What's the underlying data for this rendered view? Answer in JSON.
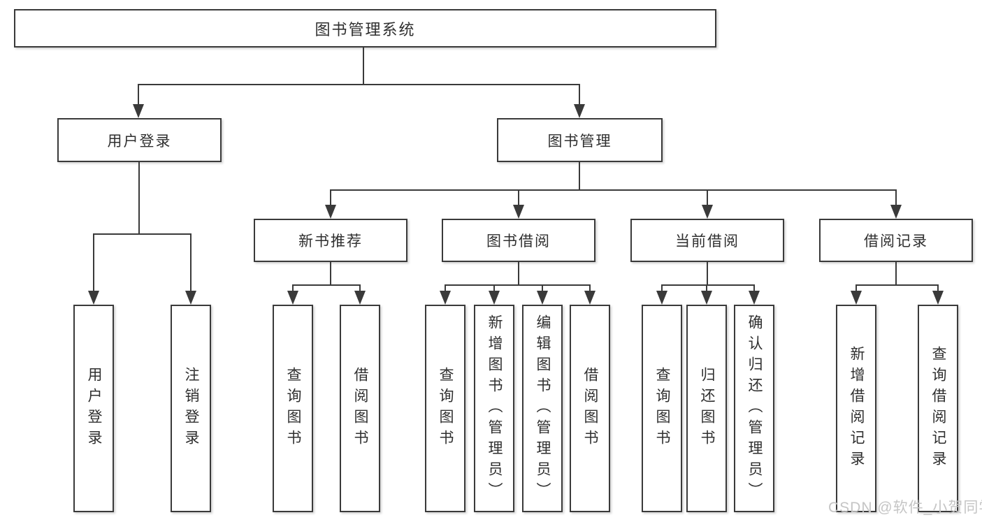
{
  "tree": {
    "root": {
      "label": "图书管理系统"
    },
    "branches": [
      {
        "label": "用户登录",
        "children": [
          {
            "label": "用户登录"
          },
          {
            "label": "注销登录"
          }
        ]
      },
      {
        "label": "图书管理",
        "children": [
          {
            "label": "新书推荐",
            "children": [
              {
                "label": "查询图书"
              },
              {
                "label": "借阅图书"
              }
            ]
          },
          {
            "label": "图书借阅",
            "children": [
              {
                "label": "查询图书"
              },
              {
                "label": "新增图书（管理员）"
              },
              {
                "label": "编辑图书（管理员）"
              },
              {
                "label": "借阅图书"
              }
            ]
          },
          {
            "label": "当前借阅",
            "children": [
              {
                "label": "查询图书"
              },
              {
                "label": "归还图书"
              },
              {
                "label": "确认归还（管理员）"
              }
            ]
          },
          {
            "label": "借阅记录",
            "children": [
              {
                "label": "新增借阅记录"
              },
              {
                "label": "查询借阅记录"
              }
            ]
          }
        ]
      }
    ]
  },
  "watermark": "CSDN @软件_小贺同学",
  "colors": {
    "line": "#3a3a3a",
    "text": "#2f2f2f",
    "box_background": "#ffffff",
    "watermark": "#c5c5c5"
  }
}
